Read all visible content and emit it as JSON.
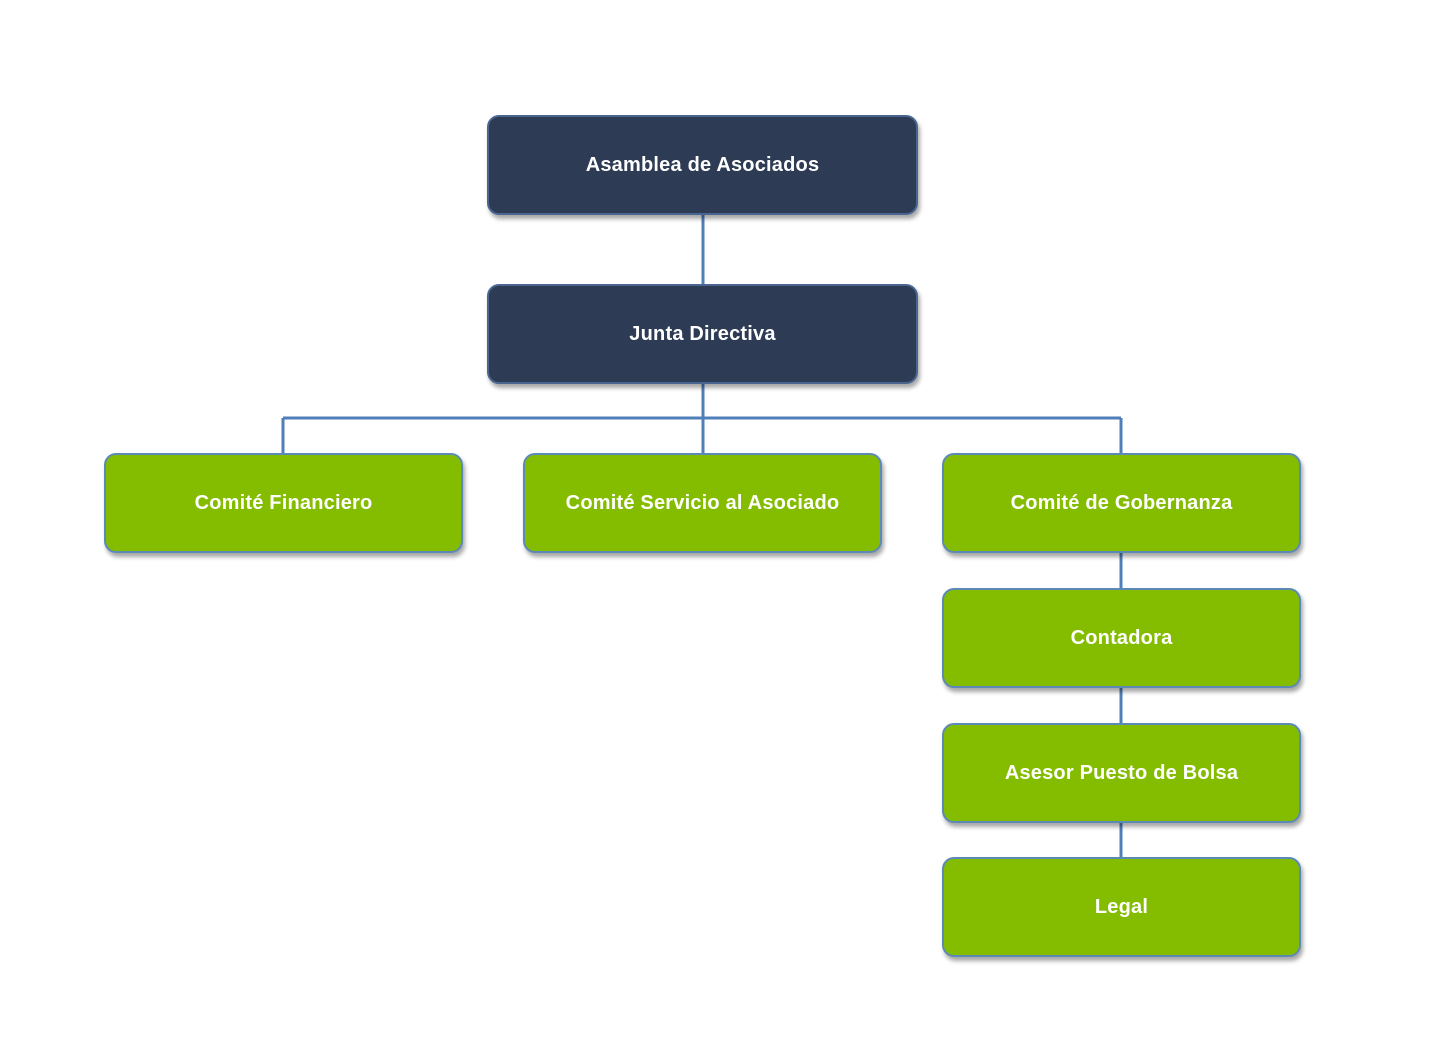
{
  "diagram": {
    "type": "org-chart",
    "colors": {
      "top_fill": "#2d3b55",
      "committee_fill": "#84bd00",
      "connector": "#4f7fb8",
      "text": "#ffffff"
    },
    "nodes": {
      "asamblea": "Asamblea de Asociados",
      "junta": "Junta Directiva",
      "financiero": "Comité Financiero",
      "servicio": "Comité Servicio al Asociado",
      "gobernanza": "Comité de Gobernanza",
      "contadora": "Contadora",
      "asesor": "Asesor Puesto de Bolsa",
      "legal": "Legal"
    },
    "edges": [
      [
        "asamblea",
        "junta"
      ],
      [
        "junta",
        "financiero"
      ],
      [
        "junta",
        "servicio"
      ],
      [
        "junta",
        "gobernanza"
      ],
      [
        "gobernanza",
        "contadora"
      ],
      [
        "contadora",
        "asesor"
      ],
      [
        "asesor",
        "legal"
      ]
    ]
  }
}
